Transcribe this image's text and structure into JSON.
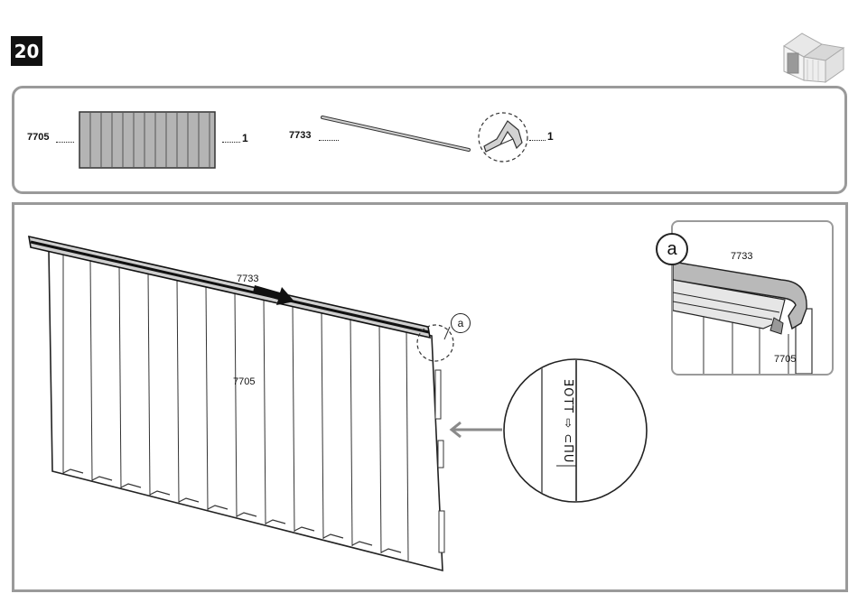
{
  "step": {
    "number": "20"
  },
  "parts": [
    {
      "part_no": "7705",
      "quantity": "1"
    },
    {
      "part_no": "7733",
      "quantity": "1"
    }
  ],
  "main": {
    "rail_label": "7733",
    "panel_label": "7705",
    "detail_marker": "a"
  },
  "detail": {
    "marker": "a",
    "rail_label": "7733",
    "panel_label": "7705"
  },
  "zoom": {
    "stamp_text": "ƎOTT ⇨ ⊂ПU"
  }
}
